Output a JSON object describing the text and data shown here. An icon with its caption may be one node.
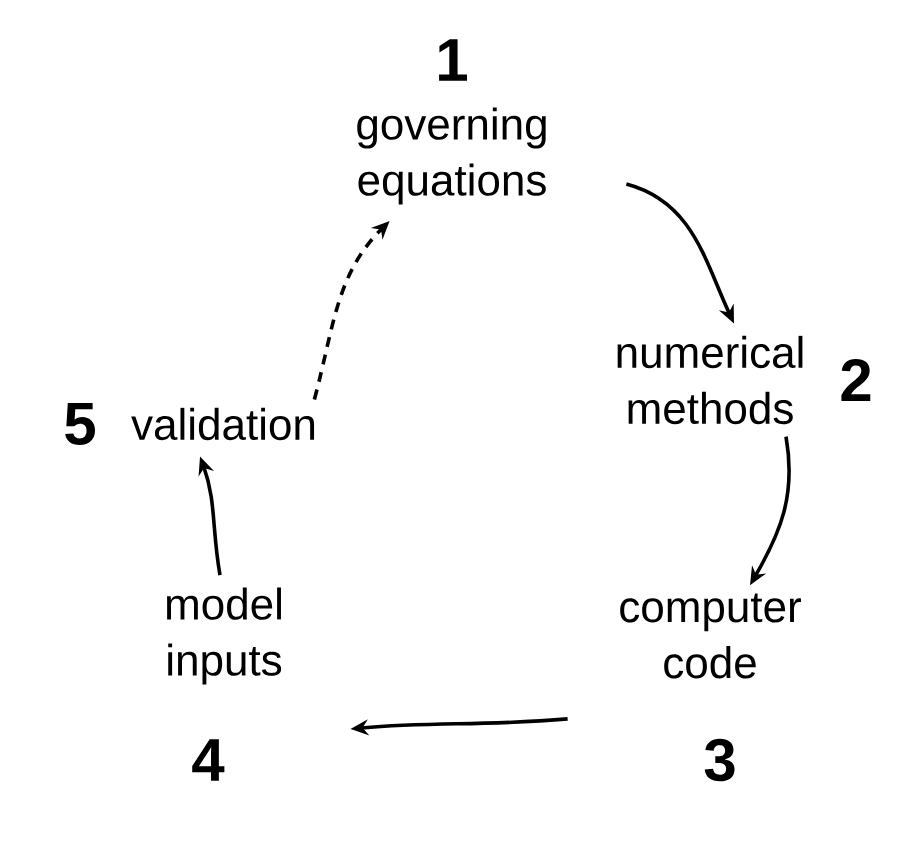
{
  "diagram": {
    "nodes": [
      {
        "text": [
          "1",
          "governing equations"
        ]
      },
      {
        "text": [
          "numerical methods",
          "2"
        ]
      },
      {
        "text": [
          "computer code",
          "3"
        ]
      },
      {
        "text": [
          "model inputs",
          "4"
        ]
      },
      {
        "text": [
          "5",
          "validation"
        ]
      }
    ],
    "edges": [
      {
        "from": 0,
        "to": 1,
        "arrow": "to"
      },
      {
        "from": 1,
        "to": 2,
        "arrow": "to"
      },
      {
        "from": 2,
        "to": 3,
        "arrow": "to"
      },
      {
        "from": 3,
        "to": 4,
        "arrow": "to"
      },
      {
        "from": 4,
        "to": 0,
        "arrow": "to",
        "style": "dashed"
      }
    ]
  }
}
